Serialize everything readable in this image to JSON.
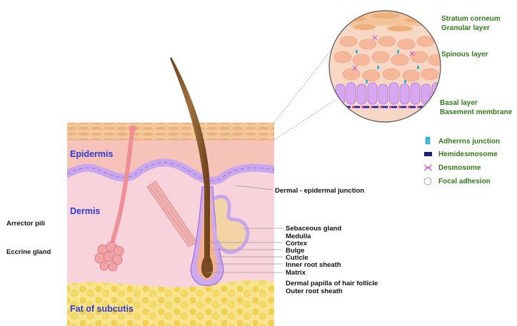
{
  "colors": {
    "epidermis_label": "#2d3bd6",
    "zoom_label": "#2f7d1a",
    "callout_label": "#111111",
    "basal_layer": "#c9a7ee",
    "hair": "#8a5a2b",
    "fat": "#f6de6a",
    "dermis": "#f9d3dc"
  },
  "layer_labels": {
    "epidermis": "Epidermis",
    "dermis": "Dermis",
    "fat": "Fat of subcutis"
  },
  "left_labels": {
    "arrector": "Arrector pili",
    "eccrine": "Eccrine gland"
  },
  "junction_label": "Dermal - epidermal junction",
  "follicle_labels": [
    "Sebaceous gland",
    "Medulla",
    "Cortex",
    "Bulge",
    "Cuticle",
    "Inner root sheath",
    "Matrix",
    "Dermal papilla of hair follicle",
    "Outer root sheath"
  ],
  "zoom_labels": {
    "stratum_corneum": "Stratum corneum",
    "granular": "Granular layer",
    "spinous": "Spinous layer",
    "basal": "Basal layer",
    "basement": "Basement membrane"
  },
  "legend": [
    {
      "label": "Adherrns junction",
      "icon": "adherens-junction-icon",
      "color": "#3fb8d8"
    },
    {
      "label": "Hemidesmosome",
      "icon": "hemidesmosome-icon",
      "color": "#1c1f7a"
    },
    {
      "label": "Desmosome",
      "icon": "desmosome-icon",
      "color": "#d25cd6"
    },
    {
      "label": "Focal adhesion",
      "icon": "focal-adhesion-icon",
      "color": "#ffffff"
    }
  ]
}
